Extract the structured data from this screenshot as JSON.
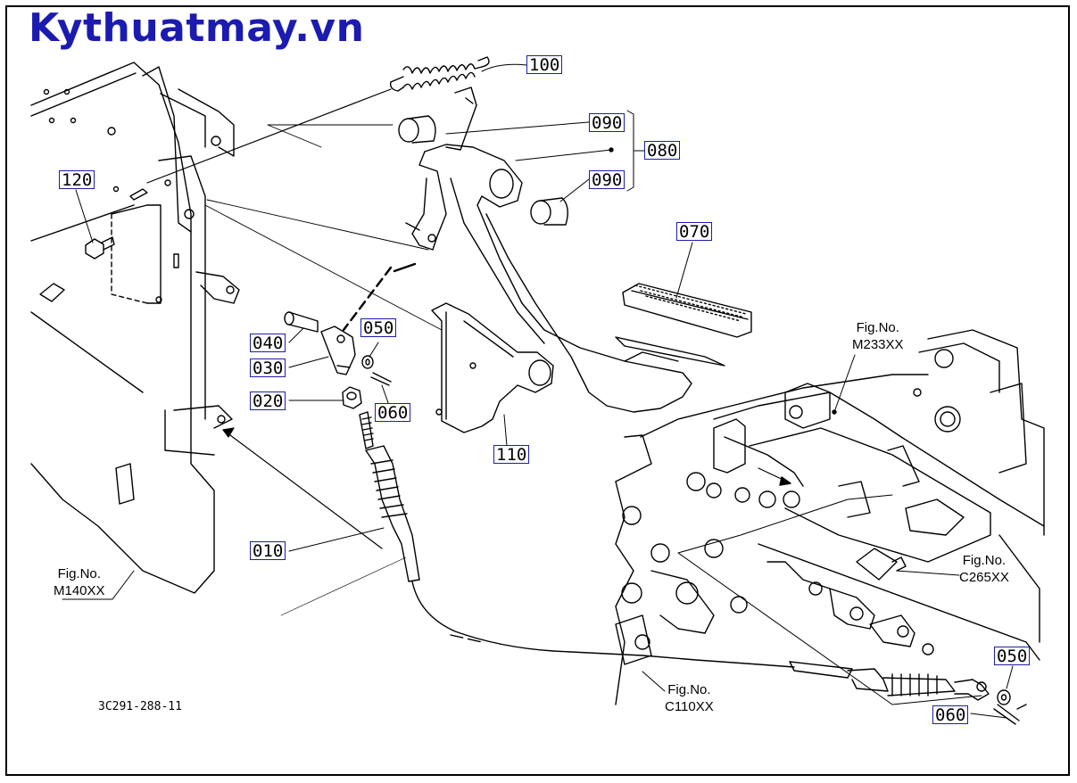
{
  "watermark": "Kythuatmay.vn",
  "drawing_code": "3C291-288-11",
  "callouts": {
    "p100": "100",
    "p090a": "090",
    "p080": "080",
    "p090b": "090",
    "p120": "120",
    "p070": "070",
    "p040": "040",
    "p050a": "050",
    "p030": "030",
    "p020": "020",
    "p060a": "060",
    "p110": "110",
    "p010": "010",
    "p050b": "050",
    "p060b": "060"
  },
  "fig_refs": {
    "m233": {
      "label": "Fig.No.",
      "code": "M233XX"
    },
    "c265": {
      "label": "Fig.No.",
      "code": "C265XX"
    },
    "m140": {
      "label": "Fig.No.",
      "code": "M140XX"
    },
    "c110": {
      "label": "Fig.No.",
      "code": "C110XX"
    }
  },
  "colors": {
    "callout_border": "#1d1da8",
    "watermark": "#1b1bb0",
    "line": "#000000"
  }
}
